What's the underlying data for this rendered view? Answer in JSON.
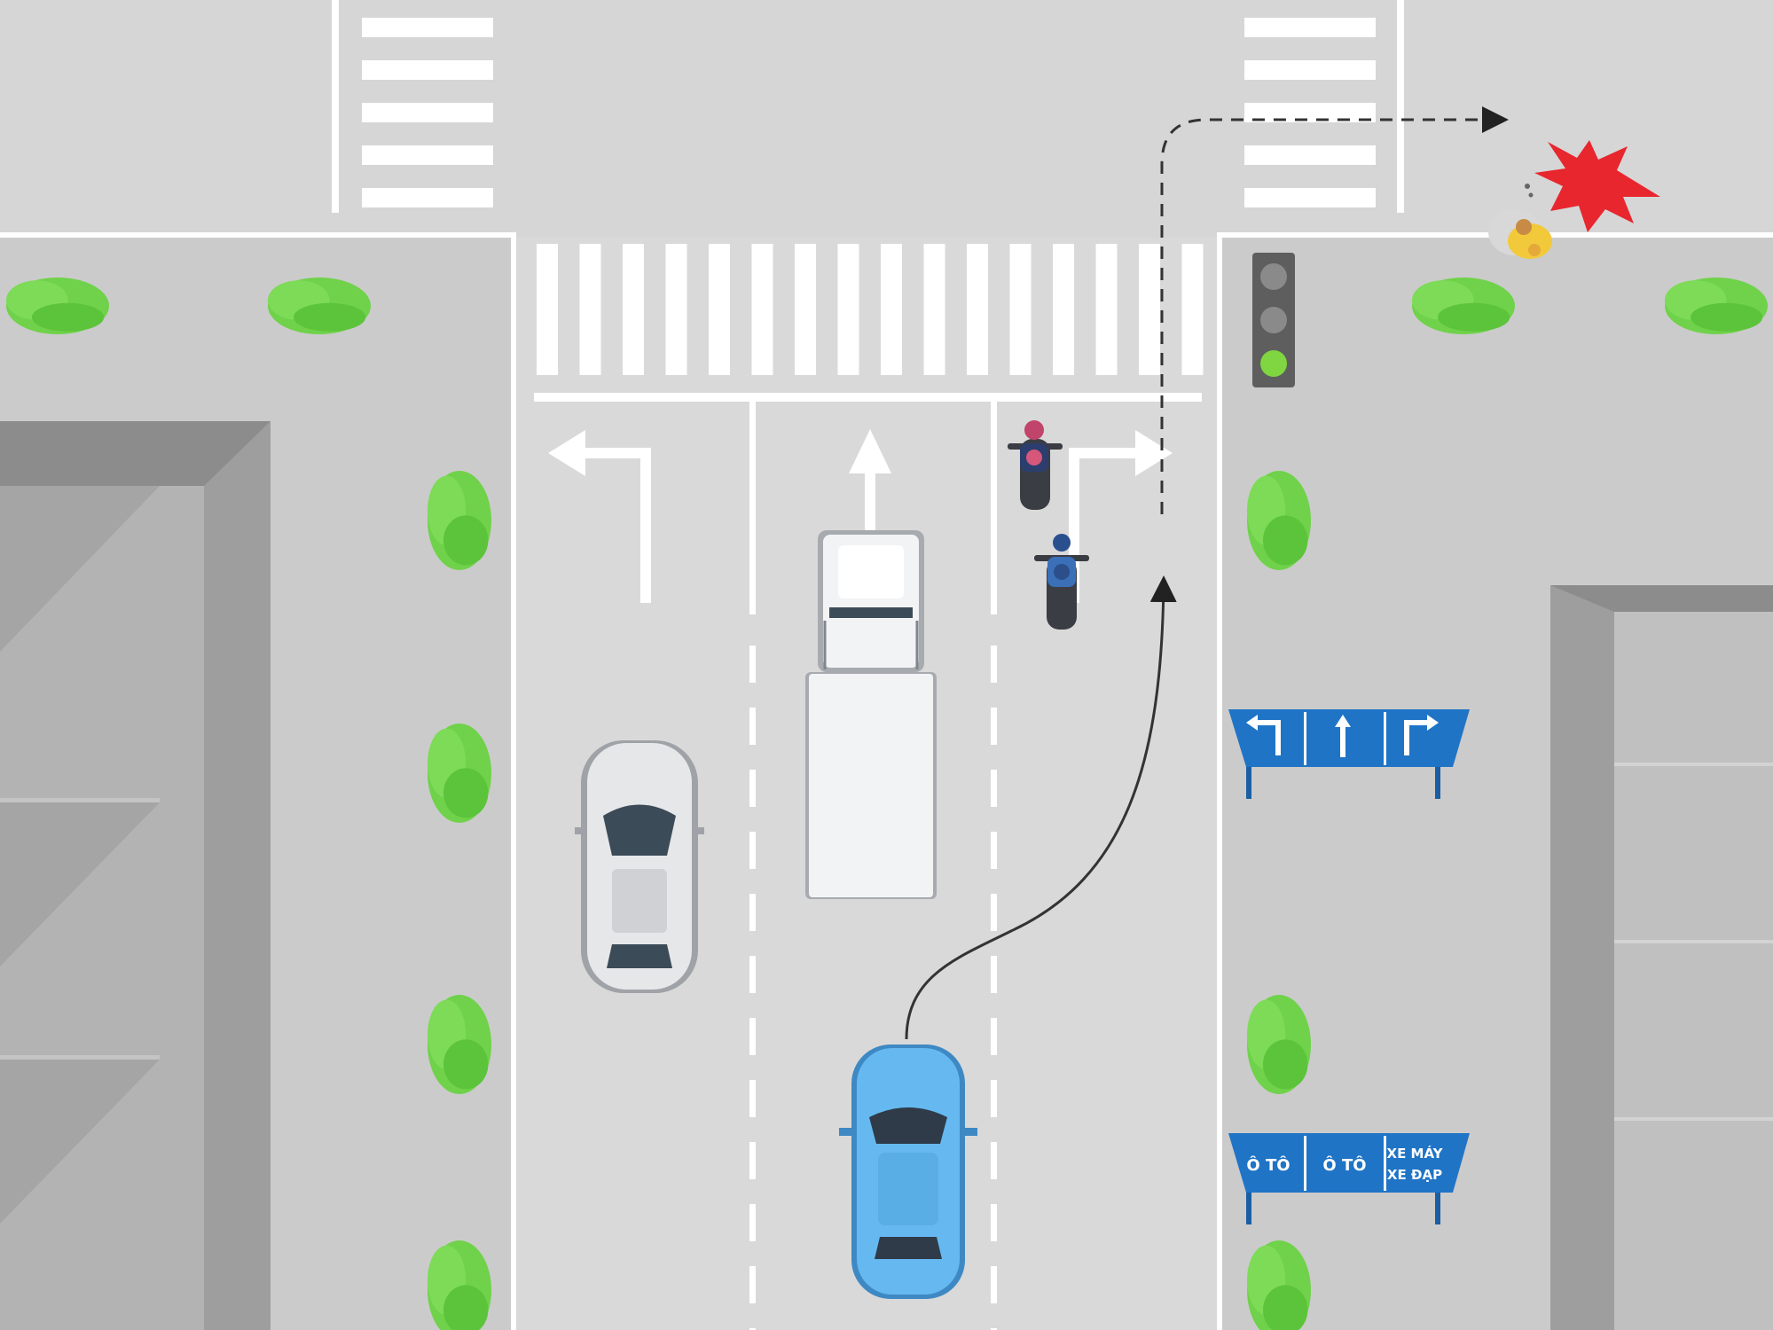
{
  "colors": {
    "road": "#d9d9d9",
    "sidewalk": "#cfcfcf",
    "building": "#a6a6a6",
    "marking": "#ffffff",
    "tree": "#6fd24a",
    "sign": "#1f74c6",
    "traffic_light_on": "#7fd640",
    "blue_car": "#64b8f2",
    "crash": "#e8262e"
  },
  "traffic_light": {
    "active": "green"
  },
  "lane_arrows": [
    "left",
    "straight",
    "right"
  ],
  "signs": {
    "direction": {
      "arrows": [
        "left",
        "straight",
        "right"
      ]
    },
    "vehicle": {
      "lane1": "Ô TÔ",
      "lane2": "Ô TÔ",
      "lane3_line1": "XE MÁY",
      "lane3_line2": "XE ĐẠP"
    }
  },
  "vehicles": [
    "silver-car",
    "white-truck",
    "motorbike-1",
    "motorbike-2",
    "blue-car"
  ],
  "icons": [
    "crash-burst-icon",
    "pedestrian-icon",
    "traffic-light-icon",
    "tree-icon"
  ]
}
